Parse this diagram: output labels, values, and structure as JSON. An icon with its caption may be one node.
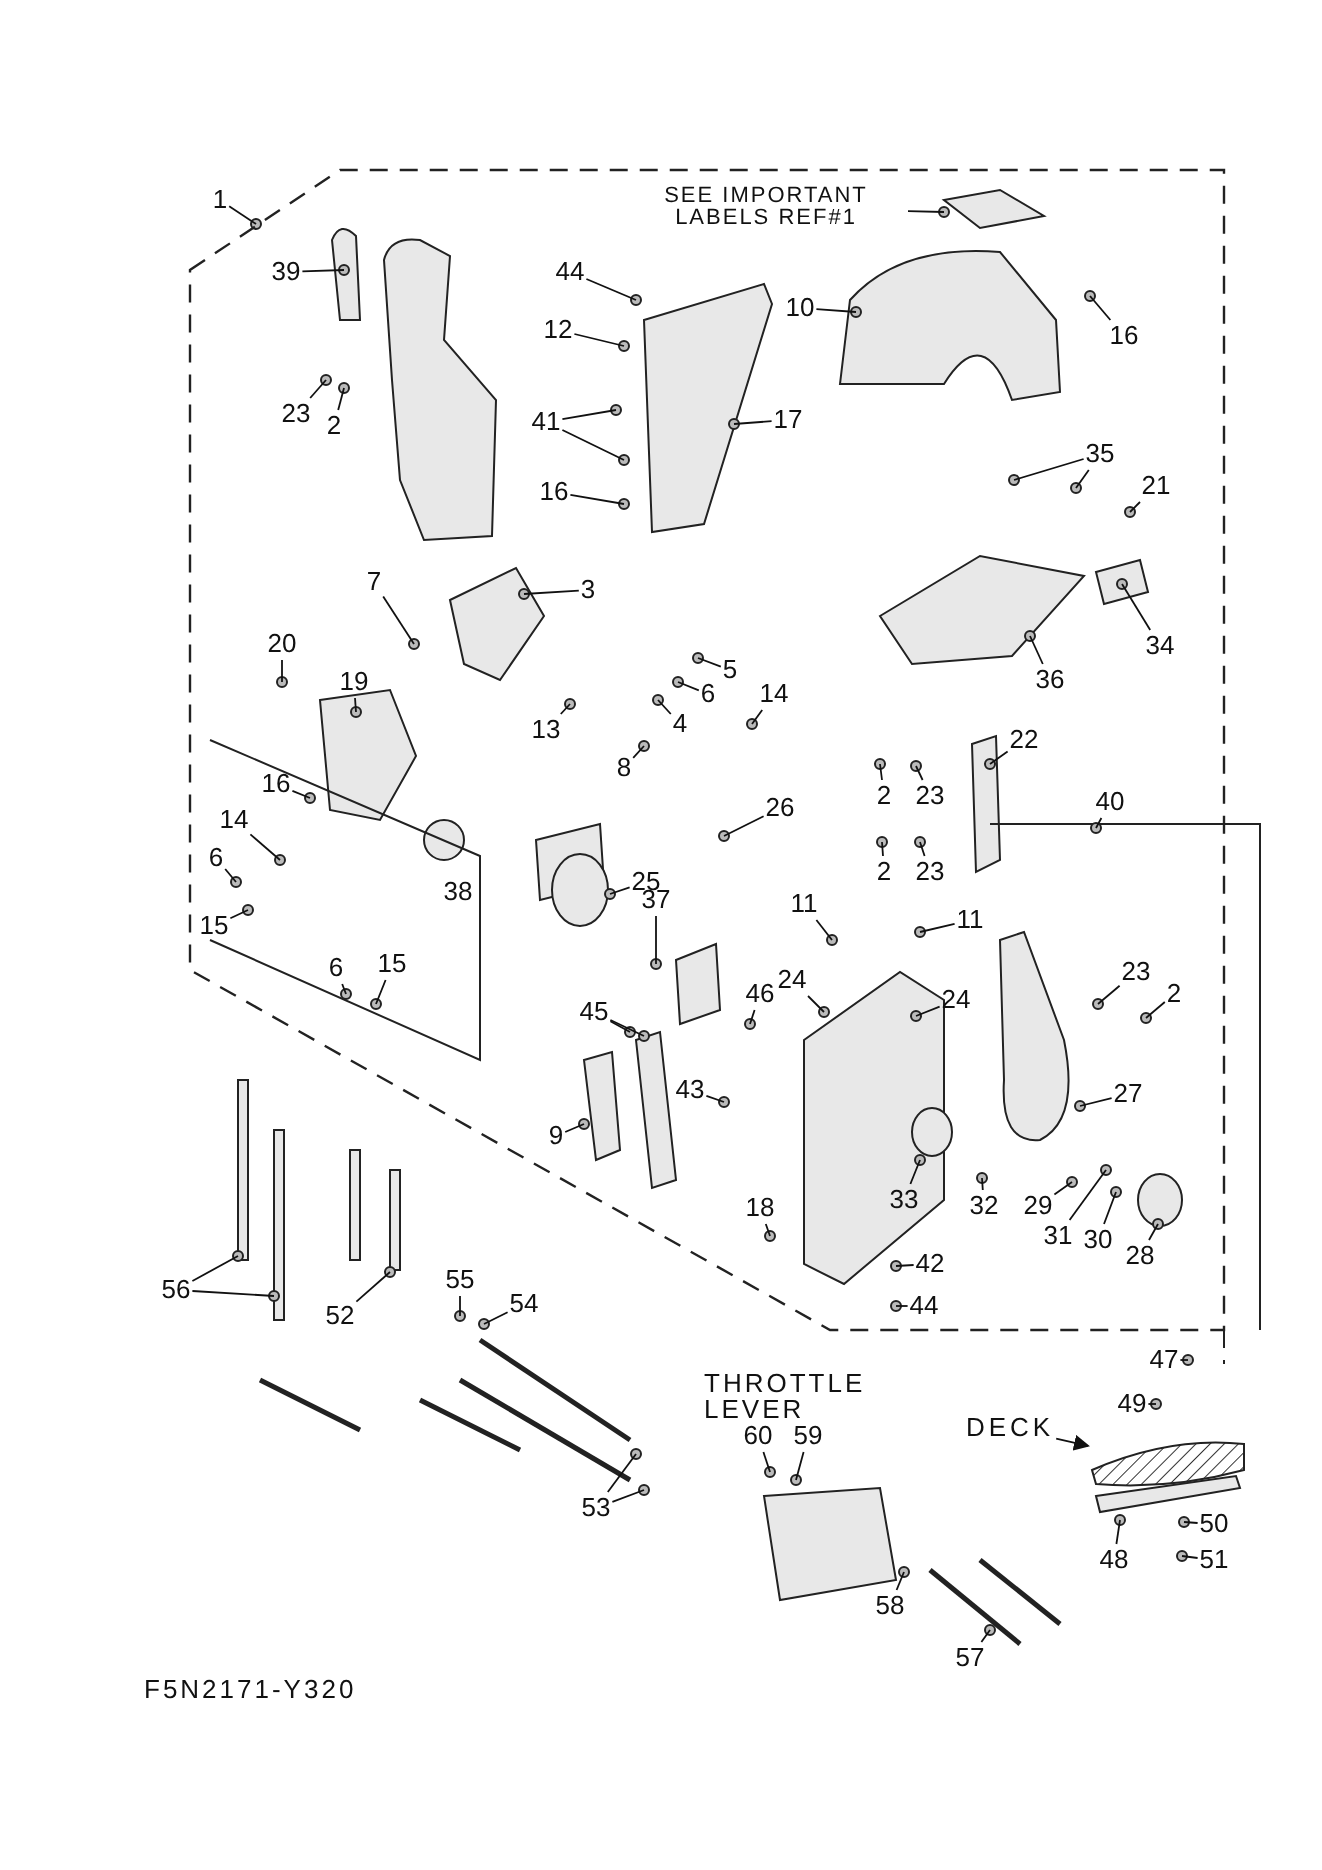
{
  "diagram": {
    "nodes": [
      {
        "text": [
          "1"
        ]
      },
      {
        "text": [
          "39"
        ]
      },
      {
        "text": [
          "23"
        ]
      },
      {
        "text": [
          "2"
        ]
      },
      {
        "text": [
          "44"
        ]
      },
      {
        "text": [
          "12"
        ]
      },
      {
        "text": [
          "41"
        ]
      },
      {
        "text": [
          "16"
        ]
      },
      {
        "text": [
          "17"
        ]
      },
      {
        "text": [
          "10"
        ]
      },
      {
        "text": [
          "16"
        ]
      },
      {
        "text": [
          "35"
        ]
      },
      {
        "text": [
          "21"
        ]
      },
      {
        "text": [
          "34"
        ]
      },
      {
        "text": [
          "36"
        ]
      },
      {
        "text": [
          "7"
        ]
      },
      {
        "text": [
          "3"
        ]
      },
      {
        "text": [
          "20"
        ]
      },
      {
        "text": [
          "19"
        ]
      },
      {
        "text": [
          "5"
        ]
      },
      {
        "text": [
          "6"
        ]
      },
      {
        "text": [
          "4"
        ]
      },
      {
        "text": [
          "13"
        ]
      },
      {
        "text": [
          "8"
        ]
      },
      {
        "text": [
          "14"
        ]
      },
      {
        "text": [
          "16"
        ]
      },
      {
        "text": [
          "38"
        ]
      },
      {
        "text": [
          "14"
        ]
      },
      {
        "text": [
          "6"
        ]
      },
      {
        "text": [
          "15"
        ]
      },
      {
        "text": [
          "26"
        ]
      },
      {
        "text": [
          "25"
        ]
      },
      {
        "text": [
          "37"
        ]
      },
      {
        "text": [
          "6"
        ]
      },
      {
        "text": [
          "15"
        ]
      },
      {
        "text": [
          "22"
        ]
      },
      {
        "text": [
          "2"
        ]
      },
      {
        "text": [
          "23"
        ]
      },
      {
        "text": [
          "2"
        ]
      },
      {
        "text": [
          "23"
        ]
      },
      {
        "text": [
          "11"
        ]
      },
      {
        "text": [
          "11"
        ]
      },
      {
        "text": [
          "24"
        ]
      },
      {
        "text": [
          "24"
        ]
      },
      {
        "text": [
          "40"
        ]
      },
      {
        "text": [
          "23"
        ]
      },
      {
        "text": [
          "2"
        ]
      },
      {
        "text": [
          "27"
        ]
      },
      {
        "text": [
          "33"
        ]
      },
      {
        "text": [
          "32"
        ]
      },
      {
        "text": [
          "29"
        ]
      },
      {
        "text": [
          "31"
        ]
      },
      {
        "text": [
          "30"
        ]
      },
      {
        "text": [
          "28"
        ]
      },
      {
        "text": [
          "42"
        ]
      },
      {
        "text": [
          "44"
        ]
      },
      {
        "text": [
          "46"
        ]
      },
      {
        "text": [
          "45"
        ]
      },
      {
        "text": [
          "43"
        ]
      },
      {
        "text": [
          "9"
        ]
      },
      {
        "text": [
          "18"
        ]
      },
      {
        "text": [
          "56"
        ]
      },
      {
        "text": [
          "52"
        ]
      },
      {
        "text": [
          "55"
        ]
      },
      {
        "text": [
          "54"
        ]
      },
      {
        "text": [
          "53"
        ]
      },
      {
        "text": [
          "47"
        ]
      },
      {
        "text": [
          "49"
        ]
      },
      {
        "text": [
          "48"
        ]
      },
      {
        "text": [
          "50"
        ]
      },
      {
        "text": [
          "51"
        ]
      },
      {
        "text": [
          "60"
        ]
      },
      {
        "text": [
          "59"
        ]
      },
      {
        "text": [
          "58"
        ]
      },
      {
        "text": [
          "57"
        ]
      },
      {
        "text": [
          "SEE IMPORTANT LABELS REF#1"
        ]
      },
      {
        "text": [
          "DECK"
        ]
      },
      {
        "text": [],
        "shape": "picture"
      }
    ],
    "edges": [
      {
        "from": 0,
        "to": null,
        "arrow": "none"
      },
      {
        "from": 1,
        "to": null,
        "arrow": "none"
      },
      {
        "from": 2,
        "to": null,
        "arrow": "none"
      },
      {
        "from": 3,
        "to": null,
        "arrow": "none"
      },
      {
        "from": 4,
        "to": null,
        "arrow": "none"
      },
      {
        "from": 5,
        "to": null,
        "arrow": "none"
      },
      {
        "from": 6,
        "to": null,
        "arrow": "none"
      },
      {
        "from": 6,
        "to": null,
        "arrow": "none"
      },
      {
        "from": 7,
        "to": null,
        "arrow": "none"
      },
      {
        "from": 8,
        "to": null,
        "arrow": "none"
      },
      {
        "from": 9,
        "to": null,
        "arrow": "none"
      },
      {
        "from": 10,
        "to": null,
        "arrow": "none"
      },
      {
        "from": 11,
        "to": null,
        "arrow": "none"
      },
      {
        "from": 11,
        "to": null,
        "arrow": "none"
      },
      {
        "from": 12,
        "to": null,
        "arrow": "none"
      },
      {
        "from": 13,
        "to": null,
        "arrow": "none"
      },
      {
        "from": 14,
        "to": null,
        "arrow": "none"
      },
      {
        "from": 15,
        "to": null,
        "arrow": "none"
      },
      {
        "from": 16,
        "to": null,
        "arrow": "none"
      },
      {
        "from": 17,
        "to": null,
        "arrow": "none"
      },
      {
        "from": 18,
        "to": null,
        "arrow": "none"
      },
      {
        "from": 19,
        "to": null,
        "arrow": "none"
      },
      {
        "from": 20,
        "to": null,
        "arrow": "none"
      },
      {
        "from": 21,
        "to": null,
        "arrow": "none"
      },
      {
        "from": 22,
        "to": null,
        "arrow": "none"
      },
      {
        "from": 23,
        "to": null,
        "arrow": "none"
      },
      {
        "from": 24,
        "to": null,
        "arrow": "none"
      },
      {
        "from": 25,
        "to": null,
        "arrow": "none"
      },
      {
        "from": 27,
        "to": null,
        "arrow": "none"
      },
      {
        "from": 28,
        "to": null,
        "arrow": "none"
      },
      {
        "from": 29,
        "to": null,
        "arrow": "none"
      },
      {
        "from": 30,
        "to": null,
        "arrow": "none"
      },
      {
        "from": 31,
        "to": null,
        "arrow": "none"
      },
      {
        "from": 32,
        "to": null,
        "arrow": "none"
      },
      {
        "from": 33,
        "to": null,
        "arrow": "none"
      },
      {
        "from": 34,
        "to": null,
        "arrow": "none"
      },
      {
        "from": 35,
        "to": null,
        "arrow": "none"
      },
      {
        "from": 36,
        "to": null,
        "arrow": "none"
      },
      {
        "from": 37,
        "to": null,
        "arrow": "none"
      },
      {
        "from": 38,
        "to": null,
        "arrow": "none"
      },
      {
        "from": 39,
        "to": null,
        "arrow": "none"
      },
      {
        "from": 40,
        "to": null,
        "arrow": "none"
      },
      {
        "from": 41,
        "to": null,
        "arrow": "none"
      },
      {
        "from": 42,
        "to": null,
        "arrow": "none"
      },
      {
        "from": 43,
        "to": null,
        "arrow": "none"
      },
      {
        "from": 44,
        "to": null,
        "arrow": "none"
      },
      {
        "from": 45,
        "to": null,
        "arrow": "none"
      },
      {
        "from": 46,
        "to": null,
        "arrow": "none"
      },
      {
        "from": 47,
        "to": null,
        "arrow": "none"
      },
      {
        "from": 48,
        "to": null,
        "arrow": "none"
      },
      {
        "from": 49,
        "to": null,
        "arrow": "none"
      },
      {
        "from": 50,
        "to": null,
        "arrow": "none"
      },
      {
        "from": 51,
        "to": null,
        "arrow": "none"
      },
      {
        "from": 52,
        "to": null,
        "arrow": "none"
      },
      {
        "from": 53,
        "to": null,
        "arrow": "none"
      },
      {
        "from": 54,
        "to": null,
        "arrow": "none"
      },
      {
        "from": 55,
        "to": null,
        "arrow": "none"
      },
      {
        "from": 56,
        "to": null,
        "arrow": "none"
      },
      {
        "from": 57,
        "to": null,
        "arrow": "none"
      },
      {
        "from": 57,
        "to": null,
        "arrow": "none"
      },
      {
        "from": 58,
        "to": null,
        "arrow": "none"
      },
      {
        "from": 59,
        "to": null,
        "arrow": "none"
      },
      {
        "from": 60,
        "to": null,
        "arrow": "none"
      },
      {
        "from": 61,
        "to": null,
        "arrow": "none"
      },
      {
        "from": 61,
        "to": null,
        "arrow": "none"
      },
      {
        "from": 62,
        "to": null,
        "arrow": "none"
      },
      {
        "from": 63,
        "to": null,
        "arrow": "none"
      },
      {
        "from": 64,
        "to": null,
        "arrow": "none"
      },
      {
        "from": 65,
        "to": null,
        "arrow": "none"
      },
      {
        "from": 65,
        "to": null,
        "arrow": "none"
      },
      {
        "from": 66,
        "to": null,
        "arrow": "none"
      },
      {
        "from": 67,
        "to": null,
        "arrow": "none"
      },
      {
        "from": 68,
        "to": null,
        "arrow": "none"
      },
      {
        "from": 69,
        "to": null,
        "arrow": "none"
      },
      {
        "from": 70,
        "to": null,
        "arrow": "none"
      },
      {
        "from": 71,
        "to": null,
        "arrow": "none"
      },
      {
        "from": 72,
        "to": null,
        "arrow": "none"
      },
      {
        "from": 73,
        "to": null,
        "arrow": "none"
      },
      {
        "from": 74,
        "to": null,
        "arrow": "none"
      },
      {
        "from": 75,
        "to": null,
        "arrow": "none"
      },
      {
        "from": 76,
        "to": 77,
        "arrow": "to"
      }
    ],
    "labels": [
      "THROTTLE LEVER",
      "F5N2171-Y320"
    ]
  }
}
